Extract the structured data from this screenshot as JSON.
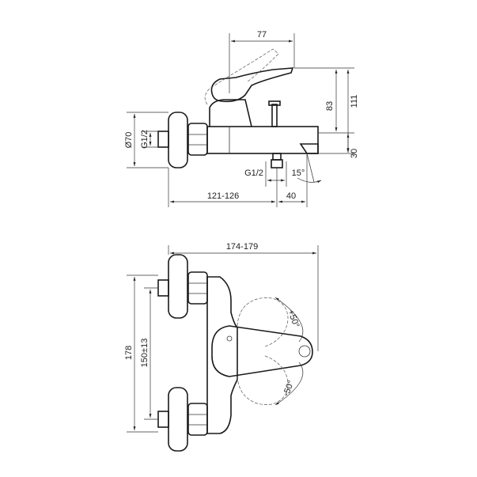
{
  "top_view": {
    "dim_lever_depth": "77",
    "dim_height_total": "111",
    "dim_height_lever": "83",
    "dim_spout_height": "30",
    "dim_diameter": "Ø70",
    "dim_inlet_thread": "G1/2",
    "dim_outlet_thread": "G1/2",
    "dim_spout_angle": "15°",
    "dim_centre_to_wall": "121-126",
    "dim_spout_offset": "40"
  },
  "front_view": {
    "dim_overall_width": "174-179",
    "dim_overall_height": "178",
    "dim_centres": "150±13",
    "angle_up": "+50°",
    "angle_down": "-50°"
  }
}
